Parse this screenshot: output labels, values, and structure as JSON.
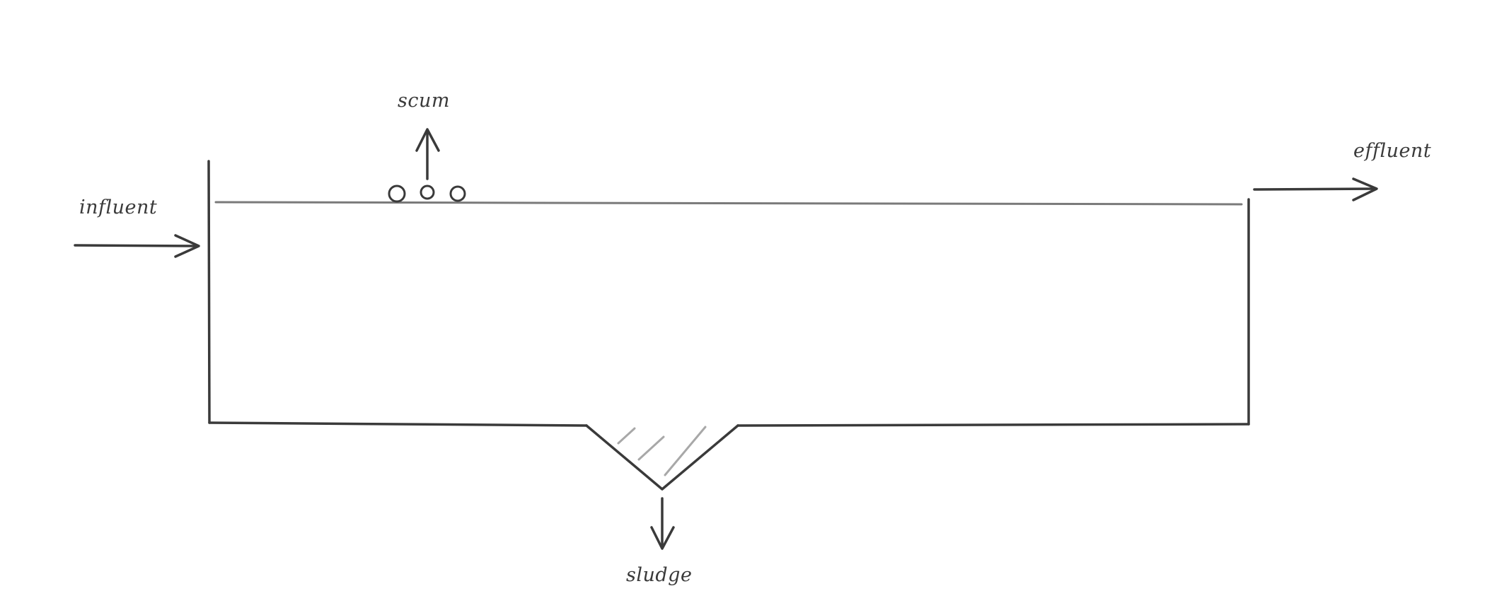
{
  "labels": {
    "influent": "influent",
    "effluent": "effluent",
    "scum": "scum",
    "sludge": "sludge"
  },
  "colors": {
    "line": "#3a3a3a",
    "water_surface": "#7a7a7a",
    "sediment": "#a8a8a8",
    "background": "#ffffff"
  }
}
